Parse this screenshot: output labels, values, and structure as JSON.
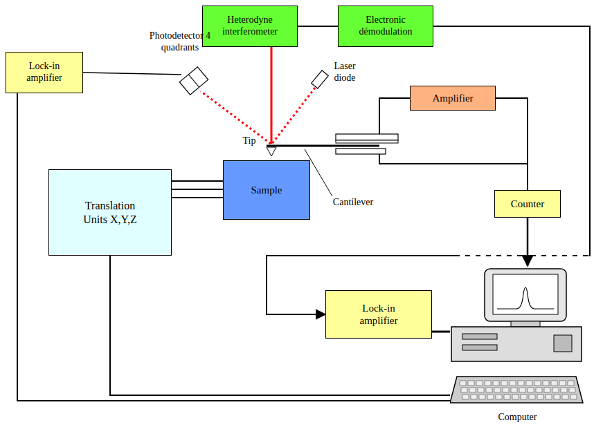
{
  "diagram": {
    "nodes": [
      {
        "text": [
          "Lock-in amplifier"
        ]
      },
      {
        "text": [
          "Heterodyne interferometer"
        ]
      },
      {
        "text": [
          "Electronic démodulation"
        ]
      },
      {
        "text": [
          "Amplifier"
        ]
      },
      {
        "text": [
          "Sample"
        ]
      },
      {
        "text": [
          "Translation Units X,Y,Z"
        ]
      },
      {
        "text": [
          "Counter"
        ]
      },
      {
        "text": [
          "Lock-in amplifier"
        ]
      },
      {
        "text": [
          "Computer"
        ]
      }
    ],
    "edges": [
      {
        "from": 1,
        "to": 2,
        "arrow": "none"
      },
      {
        "from": 2,
        "to": 7,
        "arrow": "to"
      },
      {
        "from": 5,
        "to": 4,
        "arrow": "none"
      },
      {
        "from": 5,
        "to": 4,
        "arrow": "none"
      },
      {
        "from": 5,
        "to": 4,
        "arrow": "none"
      },
      {
        "from": 3,
        "to": 6,
        "arrow": "none"
      },
      {
        "from": 6,
        "to": 8,
        "arrow": "to"
      },
      {
        "from": 7,
        "to": 8,
        "arrow": "none"
      },
      {
        "from": 0,
        "to": 8,
        "arrow": "none"
      },
      {
        "from": 5,
        "to": 8,
        "arrow": "none"
      }
    ],
    "labels": [
      "Photodetector 4 quadrants",
      "Laser diode",
      "Tip",
      "Cantilever"
    ]
  }
}
